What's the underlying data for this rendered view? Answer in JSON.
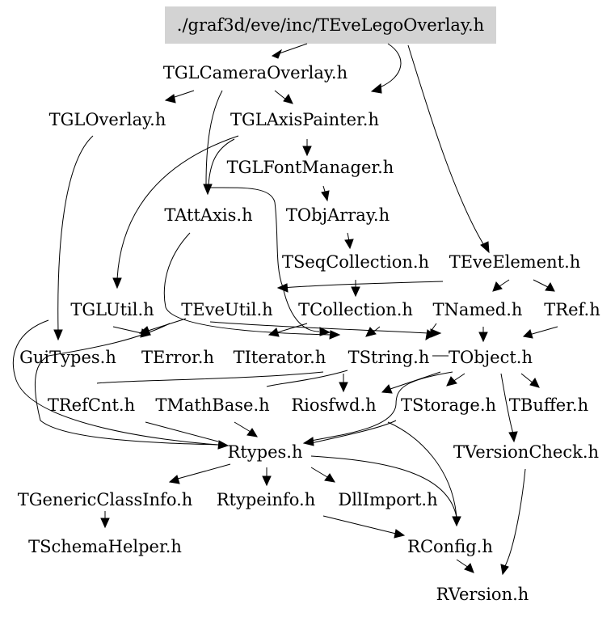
{
  "diagram": {
    "root_highlight_color": "#d3d3d3",
    "nodes": {
      "root": "./graf3d/eve/inc/TEveLegoOverlay.h",
      "cameraOverlay": "TGLCameraOverlay.h",
      "overlay": "TGLOverlay.h",
      "axisPainter": "TGLAxisPainter.h",
      "fontManager": "TGLFontManager.h",
      "attAxis": "TAttAxis.h",
      "objArray": "TObjArray.h",
      "seqCollection": "TSeqCollection.h",
      "eveElement": "TEveElement.h",
      "glUtil": "TGLUtil.h",
      "eveUtil": "TEveUtil.h",
      "collection": "TCollection.h",
      "named": "TNamed.h",
      "ref": "TRef.h",
      "guiTypes": "GuiTypes.h",
      "error": "TError.h",
      "iterator": "TIterator.h",
      "string": "TString.h",
      "object": "TObject.h",
      "refCnt": "TRefCnt.h",
      "mathBase": "TMathBase.h",
      "iosfwd": "Riosfwd.h",
      "storage": "TStorage.h",
      "buffer": "TBuffer.h",
      "versionCheck": "TVersionCheck.h",
      "rtypes": "Rtypes.h",
      "genericClassInfo": "TGenericClassInfo.h",
      "typeinfo": "Rtypeinfo.h",
      "dllImport": "DllImport.h",
      "schemaHelper": "TSchemaHelper.h",
      "config": "RConfig.h",
      "version": "RVersion.h"
    }
  }
}
